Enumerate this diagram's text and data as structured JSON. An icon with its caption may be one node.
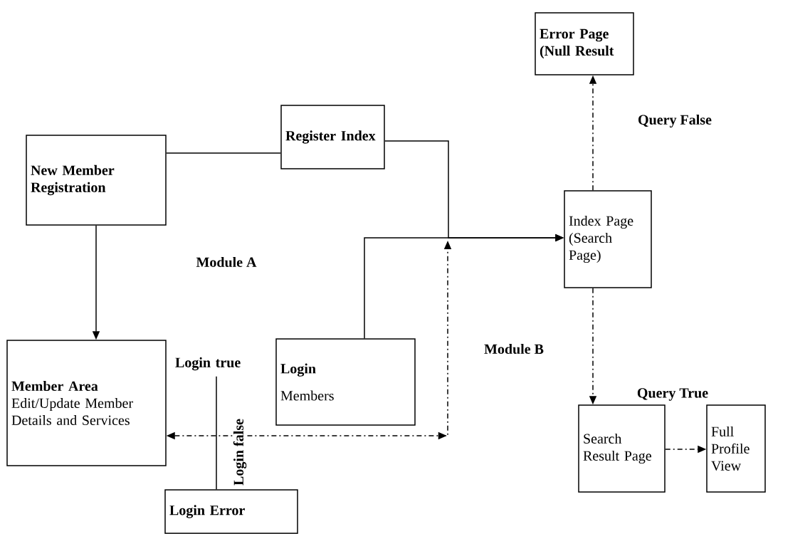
{
  "diagram": {
    "nodes": [
      {
        "text": [
          "New Member Registration"
        ]
      },
      {
        "text": [
          "Register Index"
        ]
      },
      {
        "text": [
          "Error Page (Null Result"
        ]
      },
      {
        "text": [
          "Index Page (Search Page)"
        ]
      },
      {
        "text": [
          "Member Area",
          "Edit/Update Member Details and Services"
        ]
      },
      {
        "text": [
          "Login true"
        ]
      },
      {
        "text": [
          "Login",
          "Members"
        ]
      },
      {
        "text": [
          "Search Result Page"
        ]
      },
      {
        "text": [
          "Full Profile View"
        ]
      },
      {
        "text": [
          "Login Error"
        ]
      }
    ],
    "edges": [
      {
        "from": 0,
        "to": 1,
        "arrow": "none"
      },
      {
        "from": 1,
        "to": 3,
        "arrow": "to"
      },
      {
        "from": 6,
        "to": 3,
        "arrow": "to"
      },
      {
        "from": 0,
        "to": 4,
        "arrow": "to"
      },
      {
        "from": 4,
        "to": null,
        "arrow": "both",
        "style": "dashed"
      },
      {
        "from": 5,
        "to": 9,
        "arrow": "none",
        "label": "Login false"
      },
      {
        "from": 3,
        "to": 2,
        "arrow": "to",
        "style": "dashed",
        "label": "Query False"
      },
      {
        "from": 3,
        "to": 7,
        "arrow": "to",
        "style": "dashed",
        "label": "Query True"
      },
      {
        "from": 7,
        "to": 8,
        "arrow": "to",
        "style": "dashed"
      }
    ],
    "labels": [
      "Module A",
      "Module B"
    ]
  }
}
